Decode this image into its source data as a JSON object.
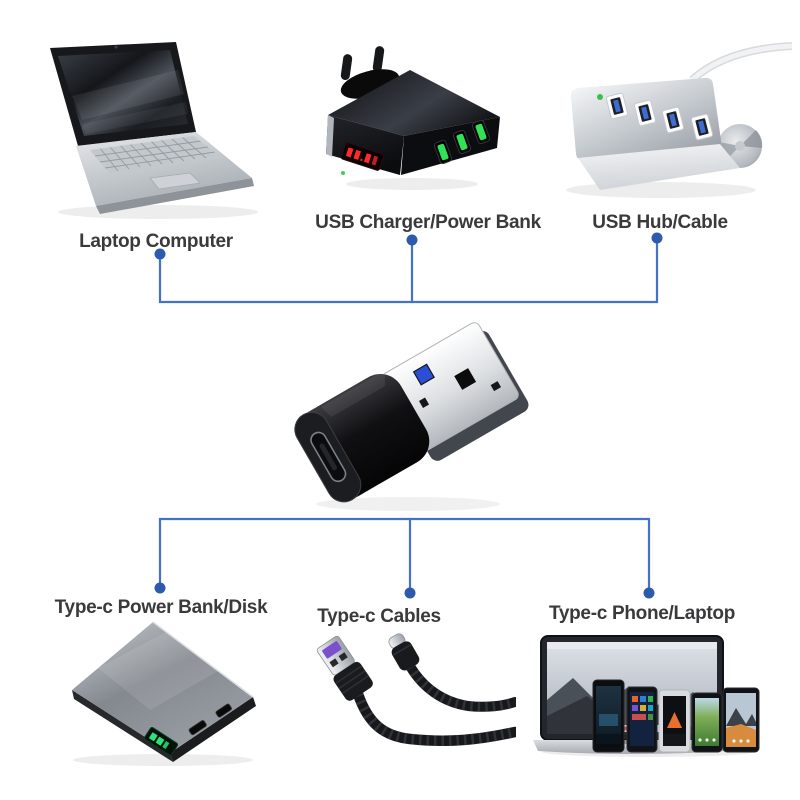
{
  "page": {
    "background": "#ffffff"
  },
  "connector": {
    "line_color": "#4472c4",
    "dot_color": "#2e5aac"
  },
  "labels": {
    "text_color": "#3a3a3c"
  },
  "top_devices": [
    {
      "id": "laptop-computer",
      "label": "Laptop Computer"
    },
    {
      "id": "usb-charger-power-bank",
      "label": "USB Charger/Power Bank"
    },
    {
      "id": "usb-hub-cable",
      "label": "USB Hub/Cable"
    }
  ],
  "bottom_devices": [
    {
      "id": "type-c-power-bank-disk",
      "label": "Type-c Power Bank/Disk"
    },
    {
      "id": "type-c-cables",
      "label": "Type-c Cables"
    },
    {
      "id": "type-c-phone-laptop",
      "label": "Type-c Phone/Laptop"
    }
  ]
}
